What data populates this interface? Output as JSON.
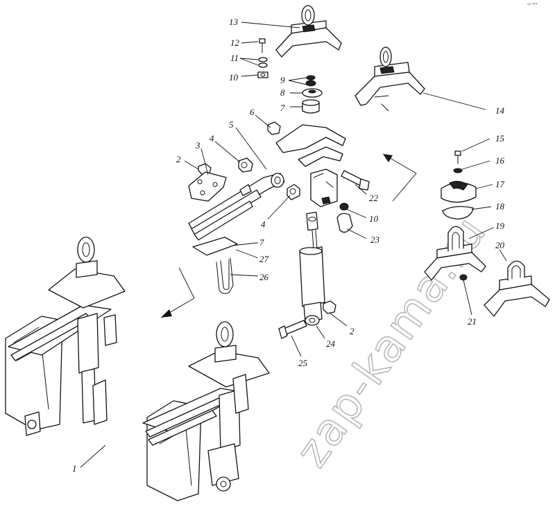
{
  "watermark": "zap-kama.ru",
  "corner_mark": "ч* ***",
  "callouts": {
    "c1": "1",
    "c2a": "2",
    "c2b": "2",
    "c3": "3",
    "c4a": "4",
    "c4b": "4",
    "c5": "5",
    "c6": "6",
    "c7a": "7",
    "c7b": "7",
    "c8": "8",
    "c9": "9",
    "c10a": "10",
    "c10b": "10",
    "c11": "11",
    "c12": "12",
    "c13": "13",
    "c14": "14",
    "c15": "15",
    "c16": "16",
    "c17": "17",
    "c18": "18",
    "c19": "19",
    "c20": "20",
    "c21": "21",
    "c22": "22",
    "c23": "23",
    "c24": "24",
    "c25": "25",
    "c26": "26",
    "c27": "27"
  }
}
